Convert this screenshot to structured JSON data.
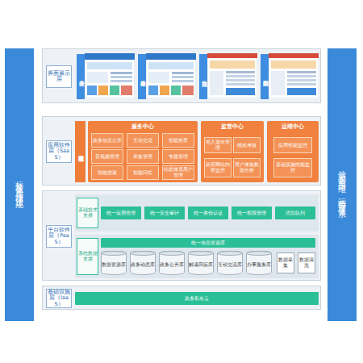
{
  "diagram": {
    "nodes": [
      {
        "text": [
          "标准体系与法律法规"
        ]
      },
      {
        "text": [
          "界面展示层"
        ]
      },
      {
        "text": [
          "政务公开"
        ],
        "in": 1
      },
      {
        "text": [
          "政务服务"
        ],
        "in": 1
      },
      {
        "text": [
          "互动交流"
        ],
        "in": 1
      },
      {
        "text": [
          "网站类型"
        ],
        "in": 1
      },
      {
        "text": [
          "应用软件层（SaaS）"
        ]
      },
      {
        "text": [
          "内容管理系统"
        ],
        "in": 6
      },
      {
        "text": [
          "服务中心"
        ],
        "in": 6
      },
      {
        "text": [
          "政务信息公开"
        ],
        "in": 8
      },
      {
        "text": [
          "互动交流"
        ],
        "in": 8
      },
      {
        "text": [
          "智能推荐"
        ],
        "in": 8
      },
      {
        "text": [
          "音视频管理"
        ],
        "in": 8
      },
      {
        "text": [
          "采集管理"
        ],
        "in": 8
      },
      {
        "text": [
          "专题管理"
        ],
        "in": 8
      },
      {
        "text": [
          "智能搜索"
        ],
        "in": 8
      },
      {
        "text": [
          "智能问答"
        ],
        "in": 8
      },
      {
        "text": [
          "站群体系用户管理"
        ],
        "in": 8
      },
      {
        "text": [
          "监管中心"
        ],
        "in": 6
      },
      {
        "text": [
          "准入退出管理"
        ],
        "in": 18
      },
      {
        "text": [
          "绩效考核"
        ],
        "in": 18
      },
      {
        "text": [
          "政府网站内容监控"
        ],
        "in": 18
      },
      {
        "text": [
          "用户体验数据分析"
        ],
        "in": 18
      },
      {
        "text": [
          "运维中心"
        ],
        "in": 6
      },
      {
        "text": [
          "应用性能监控"
        ],
        "in": 23
      },
      {
        "text": [
          "基础设施性能监控"
        ],
        "in": 23
      },
      {
        "text": [
          "平台软件层（PaaS）"
        ]
      },
      {
        "text": [
          "基础技术支撑"
        ],
        "in": 26
      },
      {
        "text": [
          "统一应用管理"
        ],
        "in": 27
      },
      {
        "text": [
          "统一安全审计"
        ],
        "in": 27
      },
      {
        "text": [
          "统一身份认证"
        ],
        "in": 27
      },
      {
        "text": [
          "统一权限管理"
        ],
        "in": 27
      },
      {
        "text": [
          "消息队列"
        ],
        "in": 27
      },
      {
        "text": [
          "系统数据支撑"
        ],
        "in": 26
      },
      {
        "text": [
          "统一信息资源库"
        ],
        "in": 33
      },
      {
        "text": [
          "数据资源库"
        ],
        "in": 33
      },
      {
        "text": [
          "政务动态库"
        ],
        "in": 33
      },
      {
        "text": [
          "政务公开库"
        ],
        "in": 33
      },
      {
        "text": [
          "解读回应库"
        ],
        "in": 33
      },
      {
        "text": [
          "互动交流库"
        ],
        "in": 33
      },
      {
        "text": [
          "办事服务库"
        ],
        "in": 33
      },
      {
        "text": [
          "数据采集"
        ],
        "in": 33
      },
      {
        "text": [
          "数据清洗"
        ],
        "in": 33
      },
      {
        "text": [
          "基础设施层（IaaS）"
        ]
      },
      {
        "text": [
          "政务私有云"
        ],
        "in": 43
      },
      {
        "text": [
          "信息安全与运维、运营管理体系"
        ]
      }
    ]
  }
}
